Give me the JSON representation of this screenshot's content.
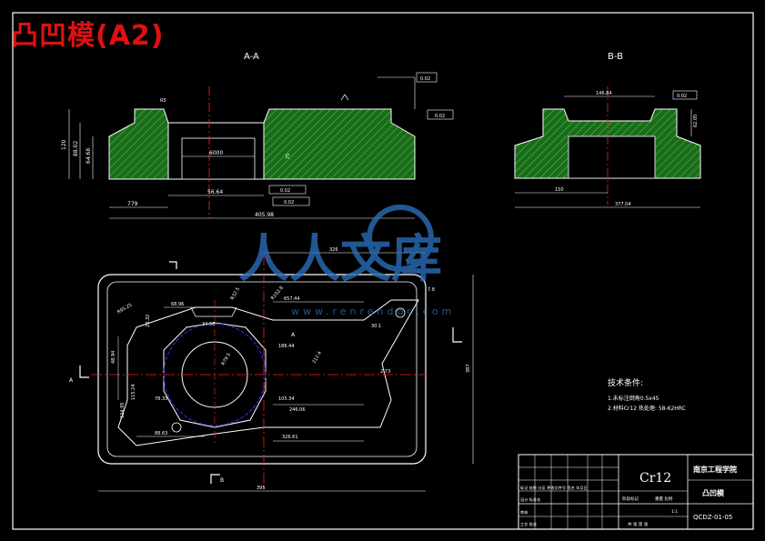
{
  "page_title": "凸凹模(A2)",
  "views": {
    "section_a": "A-A",
    "section_b": "B-B",
    "mark_a": "A",
    "mark_b": "B"
  },
  "dims_a": {
    "h_total": "120",
    "h_mid": "88.02",
    "h_left": "64.68",
    "w_inner": "6000",
    "w_hole": "56.64",
    "w_left": "779",
    "w_total": "405.98",
    "gdt1": "0.02",
    "gdt2": "0.02",
    "gdt3": "0.02",
    "gdt4": "0.02",
    "r_top": "R5",
    "h_right": "75"
  },
  "dims_b": {
    "w_top": "146.84",
    "w_mid": "150",
    "w_total": "377.04",
    "h_right": "62.05",
    "gdt1": "0.02"
  },
  "dims_plan": {
    "w_top": "326",
    "h_right": "387",
    "w_total": "395",
    "d1": "68.96",
    "d2": "657.44",
    "d3": "34.58",
    "d4": "R95.25",
    "d5": "R102.8",
    "d6": "R32.5",
    "d7": "20.32",
    "d8": "48.94",
    "d9": "124.95",
    "d10": "115.24",
    "d11": "78.33",
    "d12": "R79.5",
    "d13": "186.44",
    "d14": "212.4",
    "d15": "2.73",
    "d16": "246.06",
    "d17": "105.34",
    "d18": "88.63",
    "d19": "326.61",
    "d20": "30.1",
    "d21": "7.8"
  },
  "tech": {
    "heading": "技术条件:",
    "line1": "1.未标注倒角0.5x45",
    "line2": "2.材料Cr12 热处理: 58-62HRC"
  },
  "title_block": {
    "material": "Cr12",
    "school": "南京工程学院",
    "part_name": "凸凹模",
    "drawing_no": "QCDZ-01-05",
    "r1": "标记 处数 分区 更改文件号 签名 年月日",
    "r2": "设计 标准化",
    "r3": "审核",
    "r4": "工艺 批准",
    "c1": "阶段标记",
    "c2": "重量 比例",
    "c3": "1:1",
    "c4": "共 张 第 张"
  },
  "watermark": {
    "cn": "人人文库",
    "url": "www.renrendoc.com"
  },
  "colors": {
    "background": "#000000",
    "line": "#ffffff",
    "hatch": "#1f7a1f",
    "center": "#ff2020",
    "circle": "#3030ff",
    "title": "#e01010",
    "watermark": "#2a6fb8"
  }
}
